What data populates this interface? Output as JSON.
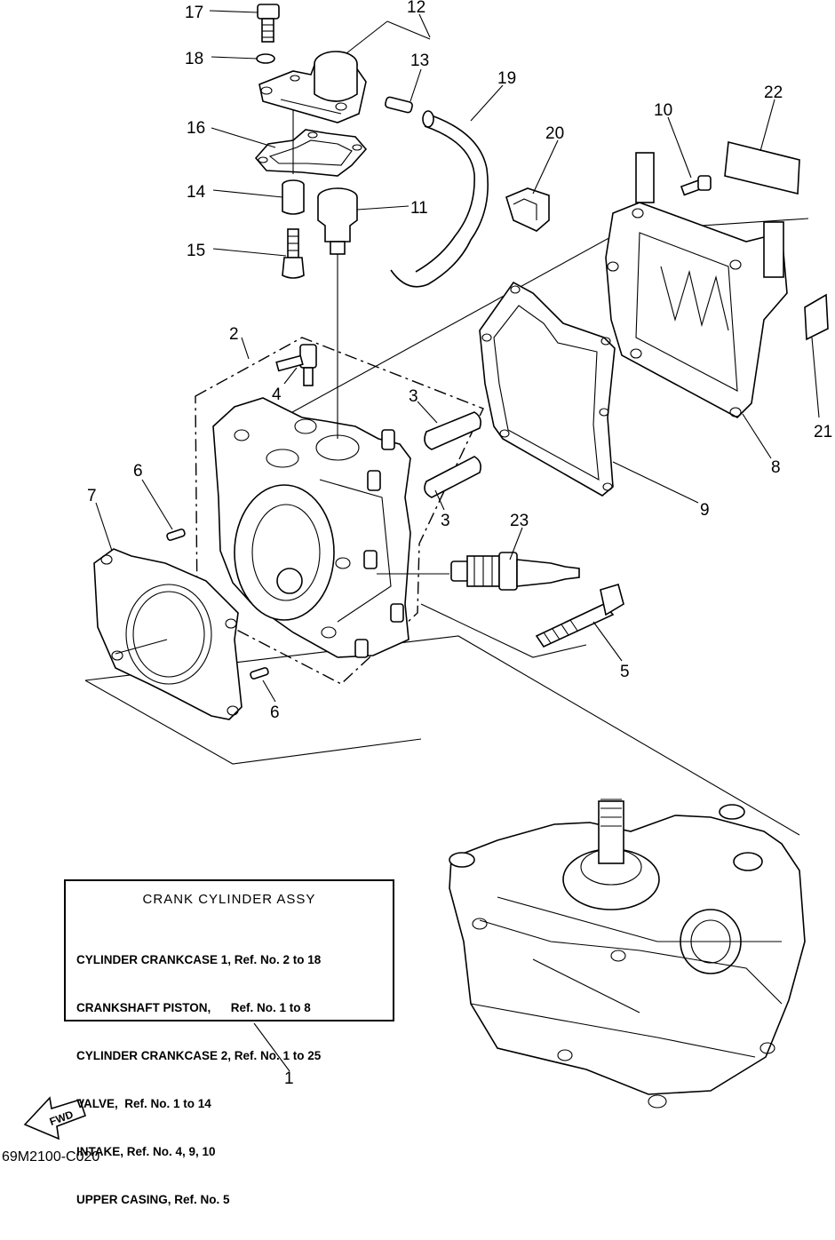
{
  "diagram": {
    "part_numbers": {
      "p1": "1",
      "p2": "2",
      "p3a": "3",
      "p3b": "3",
      "p4": "4",
      "p5": "5",
      "p6a": "6",
      "p6b": "6",
      "p7": "7",
      "p8": "8",
      "p9": "9",
      "p10": "10",
      "p11": "11",
      "p12": "12",
      "p13": "13",
      "p14": "14",
      "p15": "15",
      "p16": "16",
      "p17": "17",
      "p18": "18",
      "p19": "19",
      "p20": "20",
      "p21": "21",
      "p22": "22",
      "p23": "23"
    },
    "fwd_arrow_label": "FWD"
  },
  "legend": {
    "title": "CRANK CYLINDER ASSY",
    "rows": [
      "CYLINDER CRANKCASE 1, Ref. No. 2 to 18",
      "CRANKSHAFT PISTON,      Ref. No. 1 to 8",
      "CYLINDER CRANKCASE 2, Ref. No. 1 to 25",
      "VALVE,  Ref. No. 1 to 14",
      "INTAKE, Ref. No. 4, 9, 10",
      "UPPER CASING, Ref. No. 5"
    ]
  },
  "footer": {
    "diagram_code": "69M2100-C020"
  }
}
